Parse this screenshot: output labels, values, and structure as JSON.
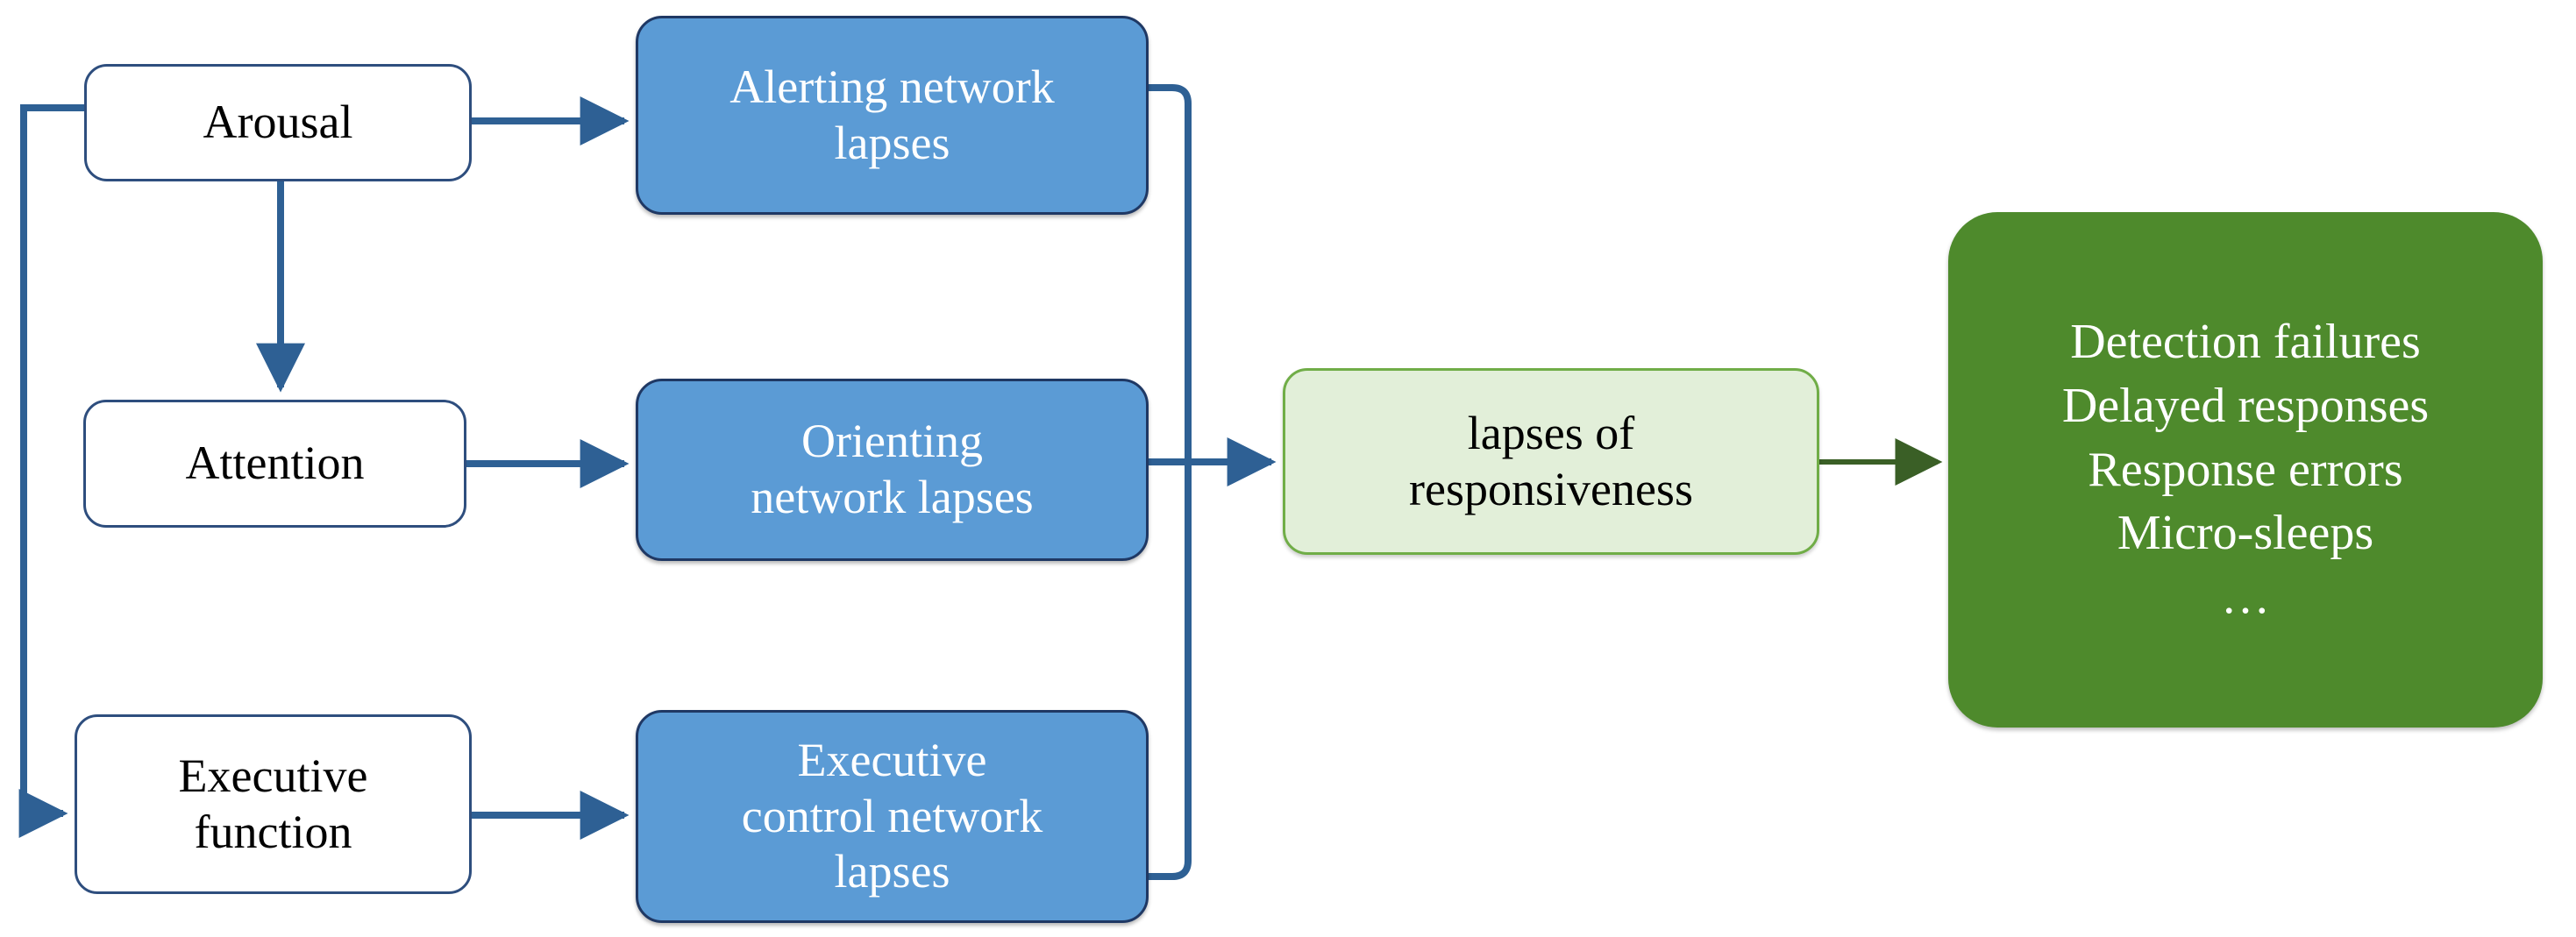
{
  "diagram": {
    "title": "Arousal / attention network lapse model",
    "colors": {
      "blue_fill": "#5b9bd5",
      "blue_stroke": "#1f3864",
      "white_fill": "#ffffff",
      "white_stroke": "#2e4e7e",
      "light_green_fill": "#e2efd9",
      "light_green_stroke": "#70ad47",
      "dark_green_fill": "#4e8a2c",
      "edge_blue": "#2e6094",
      "edge_green": "#3a5f26",
      "background": "#ffffff"
    },
    "nodes": {
      "arousal": {
        "label": "Arousal"
      },
      "attention": {
        "label": "Attention"
      },
      "executive_function": {
        "label": "Executive\nfunction"
      },
      "alerting_lapses": {
        "label": "Alerting network\nlapses"
      },
      "orienting_lapses": {
        "label": "Orienting\nnetwork lapses"
      },
      "executive_lapses": {
        "label": "Executive\ncontrol network\nlapses"
      },
      "lapses_hub": {
        "label": "lapses of\nresponsiveness"
      },
      "outcomes": {
        "label": "Detection failures\nDelayed responses\nResponse errors\nMicro-sleeps\n…"
      }
    },
    "edges": [
      {
        "id": "arousal-to-alerting",
        "from": "arousal",
        "to": "alerting_lapses",
        "color": "#2e6094",
        "arrow": true
      },
      {
        "id": "arousal-to-attention",
        "from": "arousal",
        "to": "attention",
        "color": "#2e6094",
        "arrow": true
      },
      {
        "id": "arousal-to-executive-function",
        "from": "arousal",
        "to": "executive_function",
        "color": "#2e6094",
        "arrow": true
      },
      {
        "id": "attention-to-orienting",
        "from": "attention",
        "to": "orienting_lapses",
        "color": "#2e6094",
        "arrow": true
      },
      {
        "id": "executive-function-to-lapses",
        "from": "executive_function",
        "to": "executive_lapses",
        "color": "#2e6094",
        "arrow": true
      },
      {
        "id": "alerting-to-hub",
        "from": "alerting_lapses",
        "to": "lapses_hub",
        "color": "#2e6094",
        "arrow": true
      },
      {
        "id": "orienting-to-hub",
        "from": "orienting_lapses",
        "to": "lapses_hub",
        "color": "#2e6094",
        "arrow": true
      },
      {
        "id": "executive-lapses-to-hub",
        "from": "executive_lapses",
        "to": "lapses_hub",
        "color": "#2e6094",
        "arrow": true
      },
      {
        "id": "hub-to-outcomes",
        "from": "lapses_hub",
        "to": "outcomes",
        "color": "#3a5f26",
        "arrow": true
      }
    ]
  }
}
